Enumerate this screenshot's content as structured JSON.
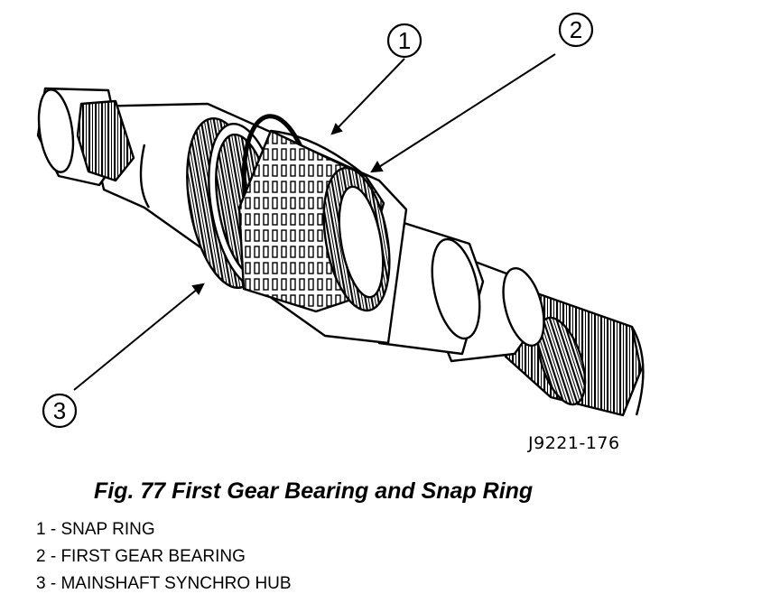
{
  "figure": {
    "code": "J9221-176",
    "caption": "Fig. 77 First Gear Bearing and Snap Ring"
  },
  "callouts": [
    "1",
    "2",
    "3"
  ],
  "legend": [
    "1 - SNAP RING",
    "2 - FIRST GEAR BEARING",
    "3 - MAINSHAFT SYNCHRO HUB"
  ]
}
